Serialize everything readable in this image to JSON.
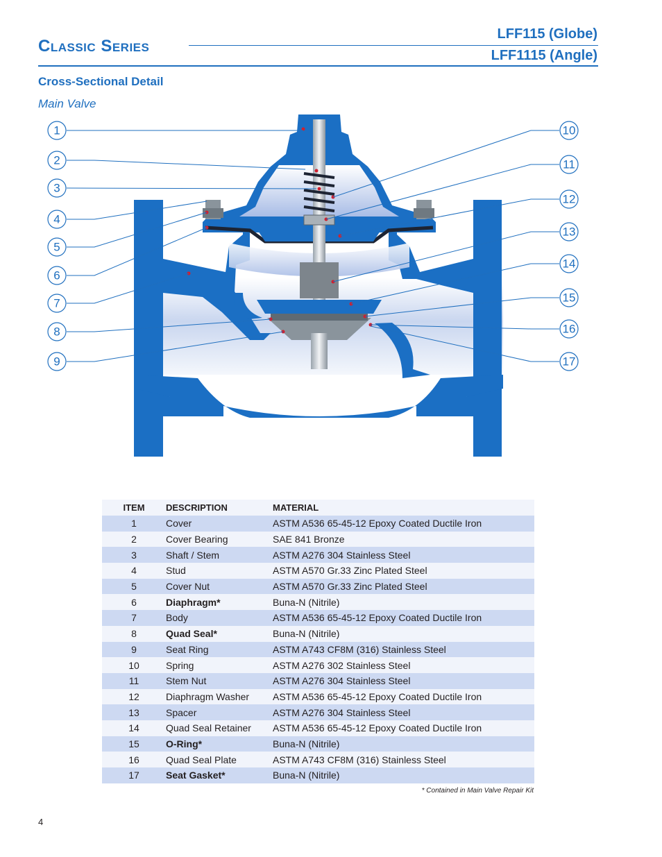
{
  "header": {
    "series_title": "Classic Series",
    "model_globe": "LFF115 (Globe)",
    "model_angle": "LFF1115 (Angle)"
  },
  "section": {
    "title": "Cross-Sectional Detail",
    "subtitle": "Main Valve"
  },
  "callouts": {
    "left": [
      "1",
      "2",
      "3",
      "4",
      "5",
      "6",
      "7",
      "8",
      "9"
    ],
    "right": [
      "10",
      "11",
      "12",
      "13",
      "14",
      "15",
      "16",
      "17"
    ]
  },
  "table": {
    "headers": {
      "item": "ITEM",
      "description": "DESCRIPTION",
      "material": "MATERIAL"
    },
    "rows": [
      {
        "item": "1",
        "description": "Cover",
        "material": "ASTM A536 65-45-12 Epoxy Coated Ductile Iron",
        "bold": false
      },
      {
        "item": "2",
        "description": "Cover Bearing",
        "material": "SAE 841 Bronze",
        "bold": false
      },
      {
        "item": "3",
        "description": "Shaft / Stem",
        "material": "ASTM A276 304 Stainless Steel",
        "bold": false
      },
      {
        "item": "4",
        "description": "Stud",
        "material": "ASTM A570 Gr.33 Zinc Plated Steel",
        "bold": false
      },
      {
        "item": "5",
        "description": "Cover Nut",
        "material": "ASTM A570 Gr.33 Zinc Plated Steel",
        "bold": false
      },
      {
        "item": "6",
        "description": "Diaphragm*",
        "material": "Buna-N (Nitrile)",
        "bold": true
      },
      {
        "item": "7",
        "description": "Body",
        "material": "ASTM A536 65-45-12 Epoxy Coated Ductile Iron",
        "bold": false
      },
      {
        "item": "8",
        "description": "Quad Seal*",
        "material": "Buna-N (Nitrile)",
        "bold": true
      },
      {
        "item": "9",
        "description": "Seat Ring",
        "material": "ASTM A743 CF8M (316) Stainless Steel",
        "bold": false
      },
      {
        "item": "10",
        "description": "Spring",
        "material": "ASTM A276 302 Stainless Steel",
        "bold": false
      },
      {
        "item": "11",
        "description": "Stem Nut",
        "material": "ASTM A276 304 Stainless Steel",
        "bold": false
      },
      {
        "item": "12",
        "description": "Diaphragm Washer",
        "material": "ASTM A536 65-45-12 Epoxy Coated Ductile Iron",
        "bold": false
      },
      {
        "item": "13",
        "description": "Spacer",
        "material": "ASTM A276 304 Stainless Steel",
        "bold": false
      },
      {
        "item": "14",
        "description": "Quad Seal Retainer",
        "material": "ASTM A536 65-45-12 Epoxy Coated Ductile Iron",
        "bold": false
      },
      {
        "item": "15",
        "description": "O-Ring*",
        "material": "Buna-N (Nitrile)",
        "bold": true
      },
      {
        "item": "16",
        "description": "Quad Seal Plate",
        "material": "ASTM A743 CF8M (316) Stainless Steel",
        "bold": false
      },
      {
        "item": "17",
        "description": "Seat Gasket*",
        "material": "Buna-N (Nitrile)",
        "bold": true
      }
    ]
  },
  "footnote": "* Contained in Main Valve Repair Kit",
  "page_number": "4",
  "colors": {
    "brand_blue": "#1f6fbf",
    "body_blue": "#1b6fc4",
    "row_shade": "#cdd9f2",
    "marker_red": "#d0202f"
  }
}
